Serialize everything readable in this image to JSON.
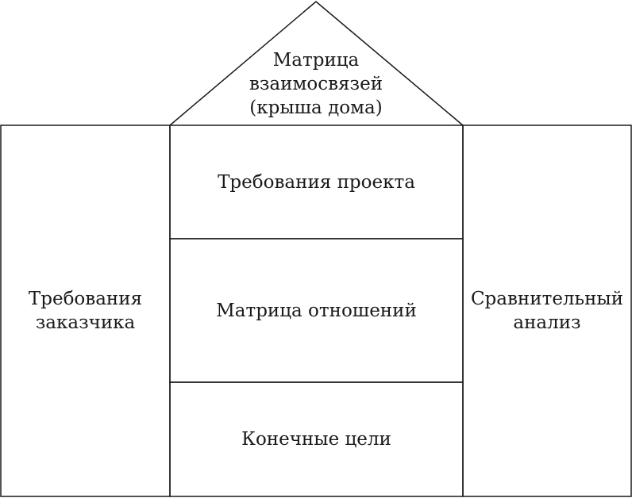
{
  "roof": {
    "label": "Матрица\nвзаимосвязей\n(крыша дома)"
  },
  "left_column": {
    "label": "Требования\nзаказчика"
  },
  "right_column": {
    "label": "Сравнительный\nанализ"
  },
  "center": {
    "top_label": "Требования проекта",
    "middle_label": "Матрица отношений",
    "bottom_label": "Конечные цели"
  }
}
